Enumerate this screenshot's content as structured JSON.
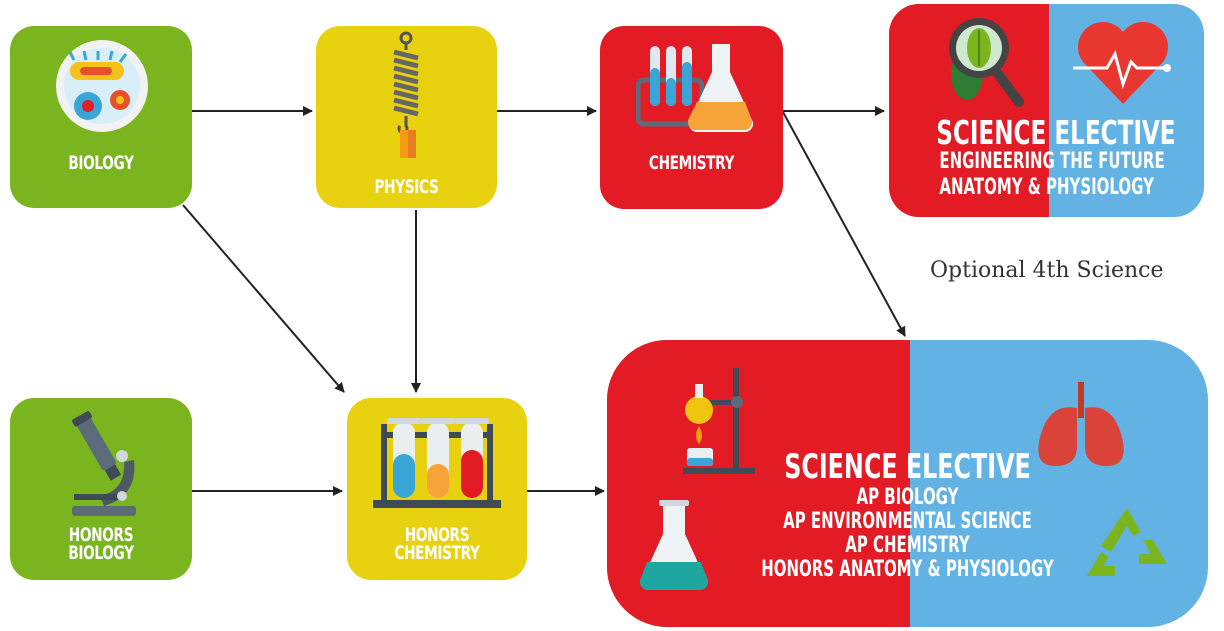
{
  "nodes": {
    "biology": {
      "label": "BIOLOGY"
    },
    "physics": {
      "label": "PHYSICS"
    },
    "chemistry": {
      "label": "CHEMISTRY"
    },
    "honors_biology": {
      "label": "HONORS\nBIOLOGY"
    },
    "honors_chemistry": {
      "label": "HONORS\nCHEMISTRY"
    }
  },
  "elective_top": {
    "title_a": "SCIENCE ",
    "title_b": "ELECTIVE",
    "line1_a": "ENGINEERING ",
    "line1_b": "THE FUTURE",
    "line2_a": "ANATOMY & ",
    "line2_b": "PHYSIOLOGY"
  },
  "elective_bottom": {
    "title_a": "SCIENCE E",
    "title_b": "LECTIVE",
    "lines": [
      "AP BIOLOGY",
      "AP ENVIRONMENTAL SCIENCE",
      "AP CHEMISTRY",
      "HONORS ANATOMY & PHYSIOLOGY"
    ]
  },
  "note": "Optional 4th Science",
  "colors": {
    "green": "#7ab520",
    "yellow": "#e8d20f",
    "red": "#e21b25",
    "blue": "#62b3e4"
  },
  "icons": [
    "microbe-petri-icon",
    "spring-weight-icon",
    "test-tubes-flask-icon",
    "magnifier-leaf-icon",
    "heart-pulse-icon",
    "microscope-icon",
    "test-tube-rack-icon",
    "burner-stand-icon",
    "lungs-icon",
    "flask-icon",
    "recycle-icon"
  ]
}
